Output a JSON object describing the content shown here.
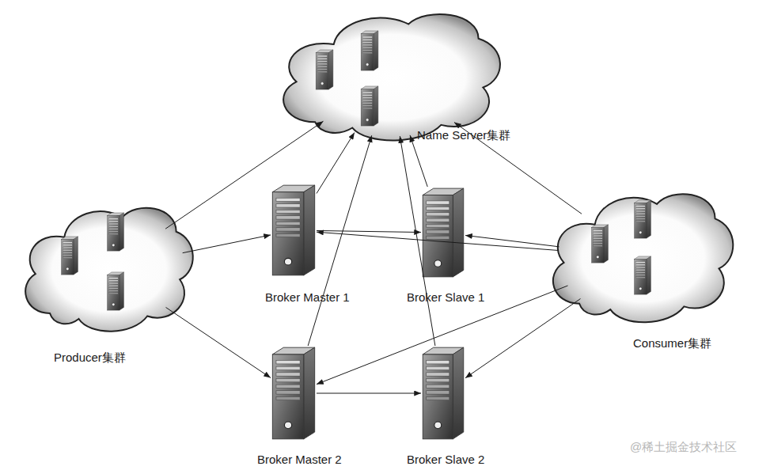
{
  "diagram": {
    "nodes": [
      {
        "text": [
          "Name Server集群"
        ]
      },
      {
        "text": [
          "Producer集群"
        ]
      },
      {
        "text": [
          "Broker Master 1"
        ]
      },
      {
        "text": [
          "Broker Slave 1"
        ]
      },
      {
        "text": [
          "Consumer集群"
        ]
      },
      {
        "text": [
          "Broker Master 2"
        ]
      },
      {
        "text": [
          "Broker Slave 2"
        ]
      }
    ],
    "edges": [
      {
        "from": 1,
        "to": 0,
        "arrow": "to"
      },
      {
        "from": 4,
        "to": 0,
        "arrow": "to"
      },
      {
        "from": 2,
        "to": 0,
        "arrow": "to"
      },
      {
        "from": 3,
        "to": 0,
        "arrow": "to"
      },
      {
        "from": 5,
        "to": 0,
        "arrow": "to"
      },
      {
        "from": 6,
        "to": 0,
        "arrow": "to"
      },
      {
        "from": 1,
        "to": 2,
        "arrow": "to"
      },
      {
        "from": 1,
        "to": 5,
        "arrow": "to"
      },
      {
        "from": 2,
        "to": 3,
        "arrow": "to"
      },
      {
        "from": 5,
        "to": 6,
        "arrow": "to"
      },
      {
        "from": 4,
        "to": 2,
        "arrow": "to"
      },
      {
        "from": 4,
        "to": 3,
        "arrow": "to"
      },
      {
        "from": 4,
        "to": 5,
        "arrow": "to"
      },
      {
        "from": 4,
        "to": 6,
        "arrow": "to"
      }
    ],
    "labels": [
      "@稀土掘金技术社区"
    ]
  }
}
